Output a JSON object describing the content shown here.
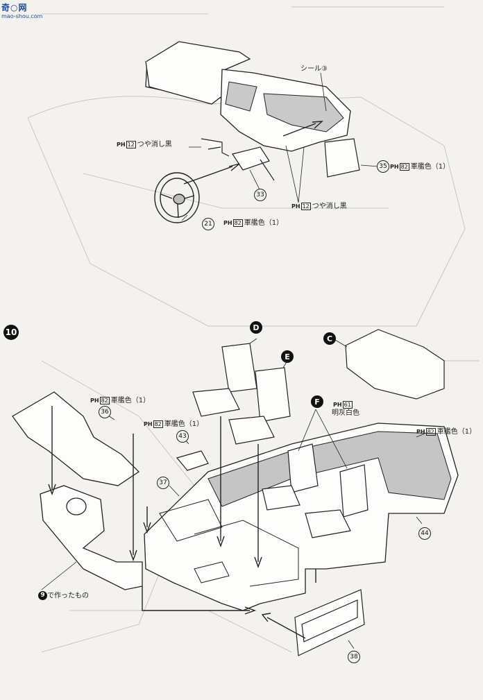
{
  "watermark": {
    "main": "奇○网",
    "url": "mao-shou.com"
  },
  "step": "10",
  "step1": {
    "seal_label": "シール",
    "seal_num": "③",
    "ph_prefix": "PH",
    "mat_black_code": "12",
    "mat_black_label": "つや消し黒",
    "gunship_code": "82",
    "gunship_label": "軍艦色（1）",
    "parts": {
      "p35": "35",
      "p33": "33",
      "p21": "21"
    }
  },
  "step2": {
    "letters": {
      "D": "D",
      "E": "E",
      "C": "C",
      "F": "F"
    },
    "ph_prefix": "PH",
    "gunship_code": "82",
    "gunship_label": "軍艦色（1）",
    "light_gray_code": "61",
    "light_gray_label": "明灰白色",
    "made_in_9": "で作ったもの",
    "made_in_9_num": "9",
    "parts": {
      "p36": "36",
      "p43": "43",
      "p37": "37",
      "p44": "44",
      "p38": "38"
    }
  }
}
